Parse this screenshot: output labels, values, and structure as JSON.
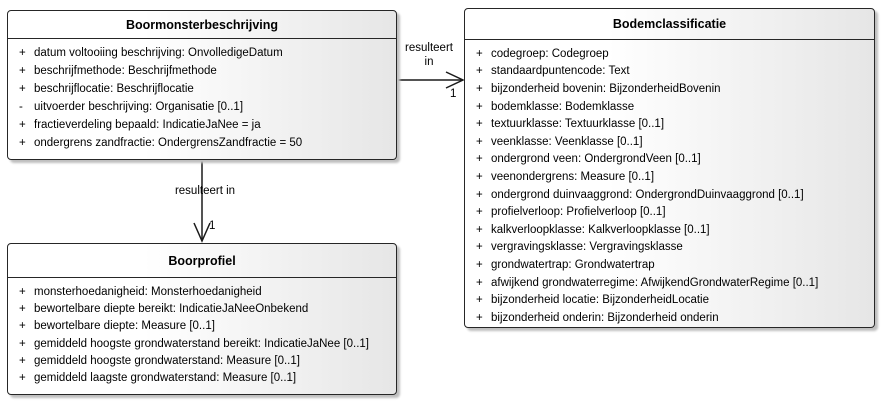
{
  "colors": {
    "background": "#ffffff",
    "box_border": "#262626",
    "box_fill_gradient_start": "#ffffff",
    "box_fill_gradient_end": "#e6e6e6",
    "box_shadow": "#bfbfbf",
    "connector_line": "#1a1a1a",
    "text": "#000000"
  },
  "classes": [
    {
      "title": "Boormonsterbeschrijving",
      "attributes": [
        {
          "vis": "+",
          "text": "datum voltooiing beschrijving: OnvolledigeDatum"
        },
        {
          "vis": "+",
          "text": "beschrijfmethode: Beschrijfmethode"
        },
        {
          "vis": "+",
          "text": "beschrijflocatie: Beschrijflocatie"
        },
        {
          "vis": "-",
          "text": "uitvoerder beschrijving: Organisatie [0..1]"
        },
        {
          "vis": "+",
          "text": "fractieverdeling bepaald: IndicatieJaNee = ja"
        },
        {
          "vis": "+",
          "text": "ondergrens zandfractie: OndergrensZandfractie = 50"
        }
      ]
    },
    {
      "title": "Bodemclassificatie",
      "attributes": [
        {
          "vis": "+",
          "text": "codegroep: Codegroep"
        },
        {
          "vis": "+",
          "text": "standaardpuntencode: Text"
        },
        {
          "vis": "+",
          "text": "bijzonderheid bovenin: BijzonderheidBovenin"
        },
        {
          "vis": "+",
          "text": "bodemklasse: Bodemklasse"
        },
        {
          "vis": "+",
          "text": "textuurklasse: Textuurklasse [0..1]"
        },
        {
          "vis": "+",
          "text": "veenklasse: Veenklasse [0..1]"
        },
        {
          "vis": "+",
          "text": "ondergrond veen: OndergrondVeen [0..1]"
        },
        {
          "vis": "+",
          "text": "veenondergrens: Measure [0..1]"
        },
        {
          "vis": "+",
          "text": "ondergrond duinvaaggrond: OndergrondDuinvaaggrond [0..1]"
        },
        {
          "vis": "+",
          "text": "profielverloop: Profielverloop [0..1]"
        },
        {
          "vis": "+",
          "text": "kalkverloopklasse: Kalkverloopklasse [0..1]"
        },
        {
          "vis": "+",
          "text": "vergravingsklasse: Vergravingsklasse"
        },
        {
          "vis": "+",
          "text": "grondwatertrap: Grondwatertrap"
        },
        {
          "vis": "+",
          "text": "afwijkend grondwaterregime: AfwijkendGrondwaterRegime [0..1]"
        },
        {
          "vis": "+",
          "text": "bijzonderheid locatie: BijzonderheidLocatie"
        },
        {
          "vis": "+",
          "text": "bijzonderheid onderin: Bijzonderheid onderin"
        }
      ]
    },
    {
      "title": "Boorprofiel",
      "attributes": [
        {
          "vis": "+",
          "text": "monsterhoedanigheid: Monsterhoedanigheid"
        },
        {
          "vis": "+",
          "text": "bewortelbare diepte bereikt: IndicatieJaNeeOnbekend"
        },
        {
          "vis": "+",
          "text": "bewortelbare diepte: Measure [0..1]"
        },
        {
          "vis": "+",
          "text": "gemiddeld hoogste grondwaterstand bereikt: IndicatieJaNee [0..1]"
        },
        {
          "vis": "+",
          "text": "gemiddeld hoogste grondwaterstand: Measure [0..1]"
        },
        {
          "vis": "+",
          "text": "gemiddeld laagste grondwaterstand: Measure [0..1]"
        }
      ]
    }
  ],
  "connectors": [
    {
      "source": "Boormonsterbeschrijving",
      "target": "Bodemclassificatie",
      "label_line1": "resulteert",
      "label_line2": "in",
      "multiplicity": "1"
    },
    {
      "source": "Boormonsterbeschrijving",
      "target": "Boorprofiel",
      "label": "resulteert in",
      "multiplicity": "1"
    }
  ]
}
